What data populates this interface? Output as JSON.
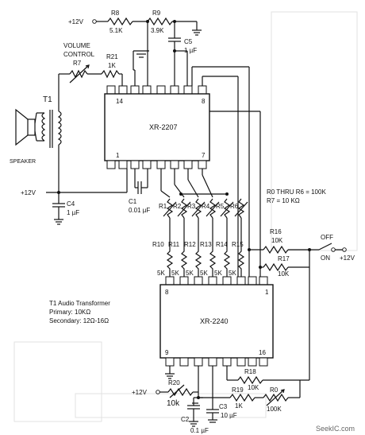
{
  "supplies": {
    "vcc_top": "+12V",
    "vcc_left": "+12V",
    "vcc_right": "+12V",
    "vcc_bottom": "+12V"
  },
  "resistors": {
    "r8": {
      "name": "R8",
      "value": "5.1K"
    },
    "r9": {
      "name": "R9",
      "value": "3.9K"
    },
    "r21": {
      "name": "R21",
      "value": "1K"
    },
    "r7": {
      "name": "R7"
    },
    "r16": {
      "name": "R16",
      "value": "10K"
    },
    "r17": {
      "name": "R17",
      "value": "10K"
    },
    "r18": {
      "name": "R18",
      "value": "10K"
    },
    "r19": {
      "name": "R19",
      "value": "1K"
    },
    "r0": {
      "name": "R0",
      "value": "100K"
    },
    "r20": {
      "name": "R20",
      "value": "10k"
    },
    "pots": [
      "R1",
      "R2",
      "R3",
      "R4",
      "R5",
      "R6"
    ],
    "tone": [
      "R10",
      "R11",
      "R12",
      "R13",
      "R14",
      "R15"
    ],
    "tone_value": "5K"
  },
  "capacitors": {
    "c5": {
      "name": "C5",
      "value": "1 µF"
    },
    "c4": {
      "name": "C4",
      "value": "1 µF"
    },
    "c1": {
      "name": "C1",
      "value": "0.01 µF"
    },
    "c2": {
      "name": "C2",
      "value": "0.1 µF"
    },
    "c3": {
      "name": "C3",
      "value": "10 µF"
    }
  },
  "ics": {
    "upper": {
      "name": "XR-2207",
      "pin_tl": "14",
      "pin_tr": "8",
      "pin_bl": "1",
      "pin_br": "7"
    },
    "lower": {
      "name": "XR-2240",
      "pin_tl": "8",
      "pin_tr": "1",
      "pin_bl": "9",
      "pin_br": "16"
    }
  },
  "labels": {
    "volume_line1": "VOLUME",
    "volume_line2": "CONTROL",
    "transformer": "T1",
    "speaker": "SPEAKER",
    "switch_off": "OFF",
    "switch_on": "ON",
    "note_line1": "R0 THRU R6 = 100K",
    "note_line2": "R7 = 10 KΩ",
    "t1_title": "T1 Audio Transformer",
    "t1_primary": "Primary: 10KΩ",
    "t1_secondary": "Secondary: 12Ω-16Ω",
    "watermark": "SeekIC.com"
  }
}
